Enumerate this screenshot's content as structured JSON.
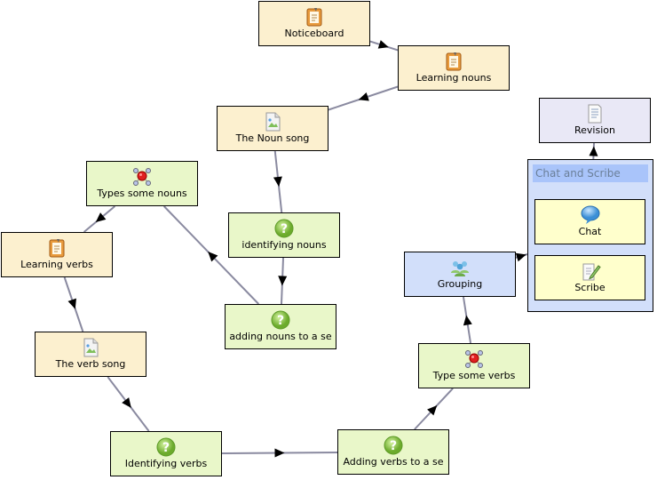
{
  "diagram": {
    "nodes": [
      {
        "id": "noticeboard",
        "label": "Noticeboard",
        "kind": "activity",
        "icon": "notebook-icon"
      },
      {
        "id": "learning-nouns",
        "label": "Learning nouns",
        "kind": "activity",
        "icon": "notebook-icon"
      },
      {
        "id": "noun-song",
        "label": "The Noun song",
        "kind": "activity",
        "icon": "image-file-icon"
      },
      {
        "id": "identifying-nouns",
        "label": "identifying nouns",
        "kind": "question",
        "icon": "question-icon"
      },
      {
        "id": "adding-nouns",
        "label": "adding nouns to a se",
        "kind": "question",
        "icon": "question-icon"
      },
      {
        "id": "types-some-nouns",
        "label": "Types some nouns",
        "kind": "question",
        "icon": "molecule-icon"
      },
      {
        "id": "learning-verbs",
        "label": "Learning verbs",
        "kind": "activity",
        "icon": "notebook-icon"
      },
      {
        "id": "verb-song",
        "label": "The verb song",
        "kind": "activity",
        "icon": "image-file-icon"
      },
      {
        "id": "identifying-verbs",
        "label": "Identifying verbs",
        "kind": "question",
        "icon": "question-icon"
      },
      {
        "id": "adding-verbs",
        "label": "Adding verbs to a se",
        "kind": "question",
        "icon": "question-icon"
      },
      {
        "id": "type-some-verbs",
        "label": "Type some verbs",
        "kind": "question",
        "icon": "molecule-icon"
      },
      {
        "id": "grouping",
        "label": "Grouping",
        "kind": "branch",
        "icon": "group-people-icon"
      },
      {
        "id": "revision",
        "label": "Revision",
        "kind": "revision",
        "icon": "document-list-icon"
      },
      {
        "id": "chat",
        "label": "Chat",
        "kind": "inner",
        "icon": "speech-bubble-icon"
      },
      {
        "id": "scribe",
        "label": "Scribe",
        "kind": "inner",
        "icon": "pencil-paper-icon"
      }
    ],
    "group": {
      "title": "Chat and Scribe"
    },
    "edges": [
      [
        "noticeboard",
        "learning-nouns"
      ],
      [
        "learning-nouns",
        "noun-song"
      ],
      [
        "noun-song",
        "identifying-nouns"
      ],
      [
        "identifying-nouns",
        "adding-nouns"
      ],
      [
        "adding-nouns",
        "types-some-nouns"
      ],
      [
        "types-some-nouns",
        "learning-verbs"
      ],
      [
        "learning-verbs",
        "verb-song"
      ],
      [
        "verb-song",
        "identifying-verbs"
      ],
      [
        "identifying-verbs",
        "adding-verbs"
      ],
      [
        "adding-verbs",
        "type-some-verbs"
      ],
      [
        "type-some-verbs",
        "grouping"
      ],
      [
        "grouping",
        "chat-and-scribe"
      ],
      [
        "chat-and-scribe",
        "revision"
      ]
    ],
    "colors": {
      "activity": "#fcf0cf",
      "question": "#e9f7c9",
      "branch": "#d2dffa",
      "revision": "#e9e8f6",
      "inner": "#ffffcc",
      "edge": "#8a8aa0",
      "arrow": "#000000"
    }
  }
}
